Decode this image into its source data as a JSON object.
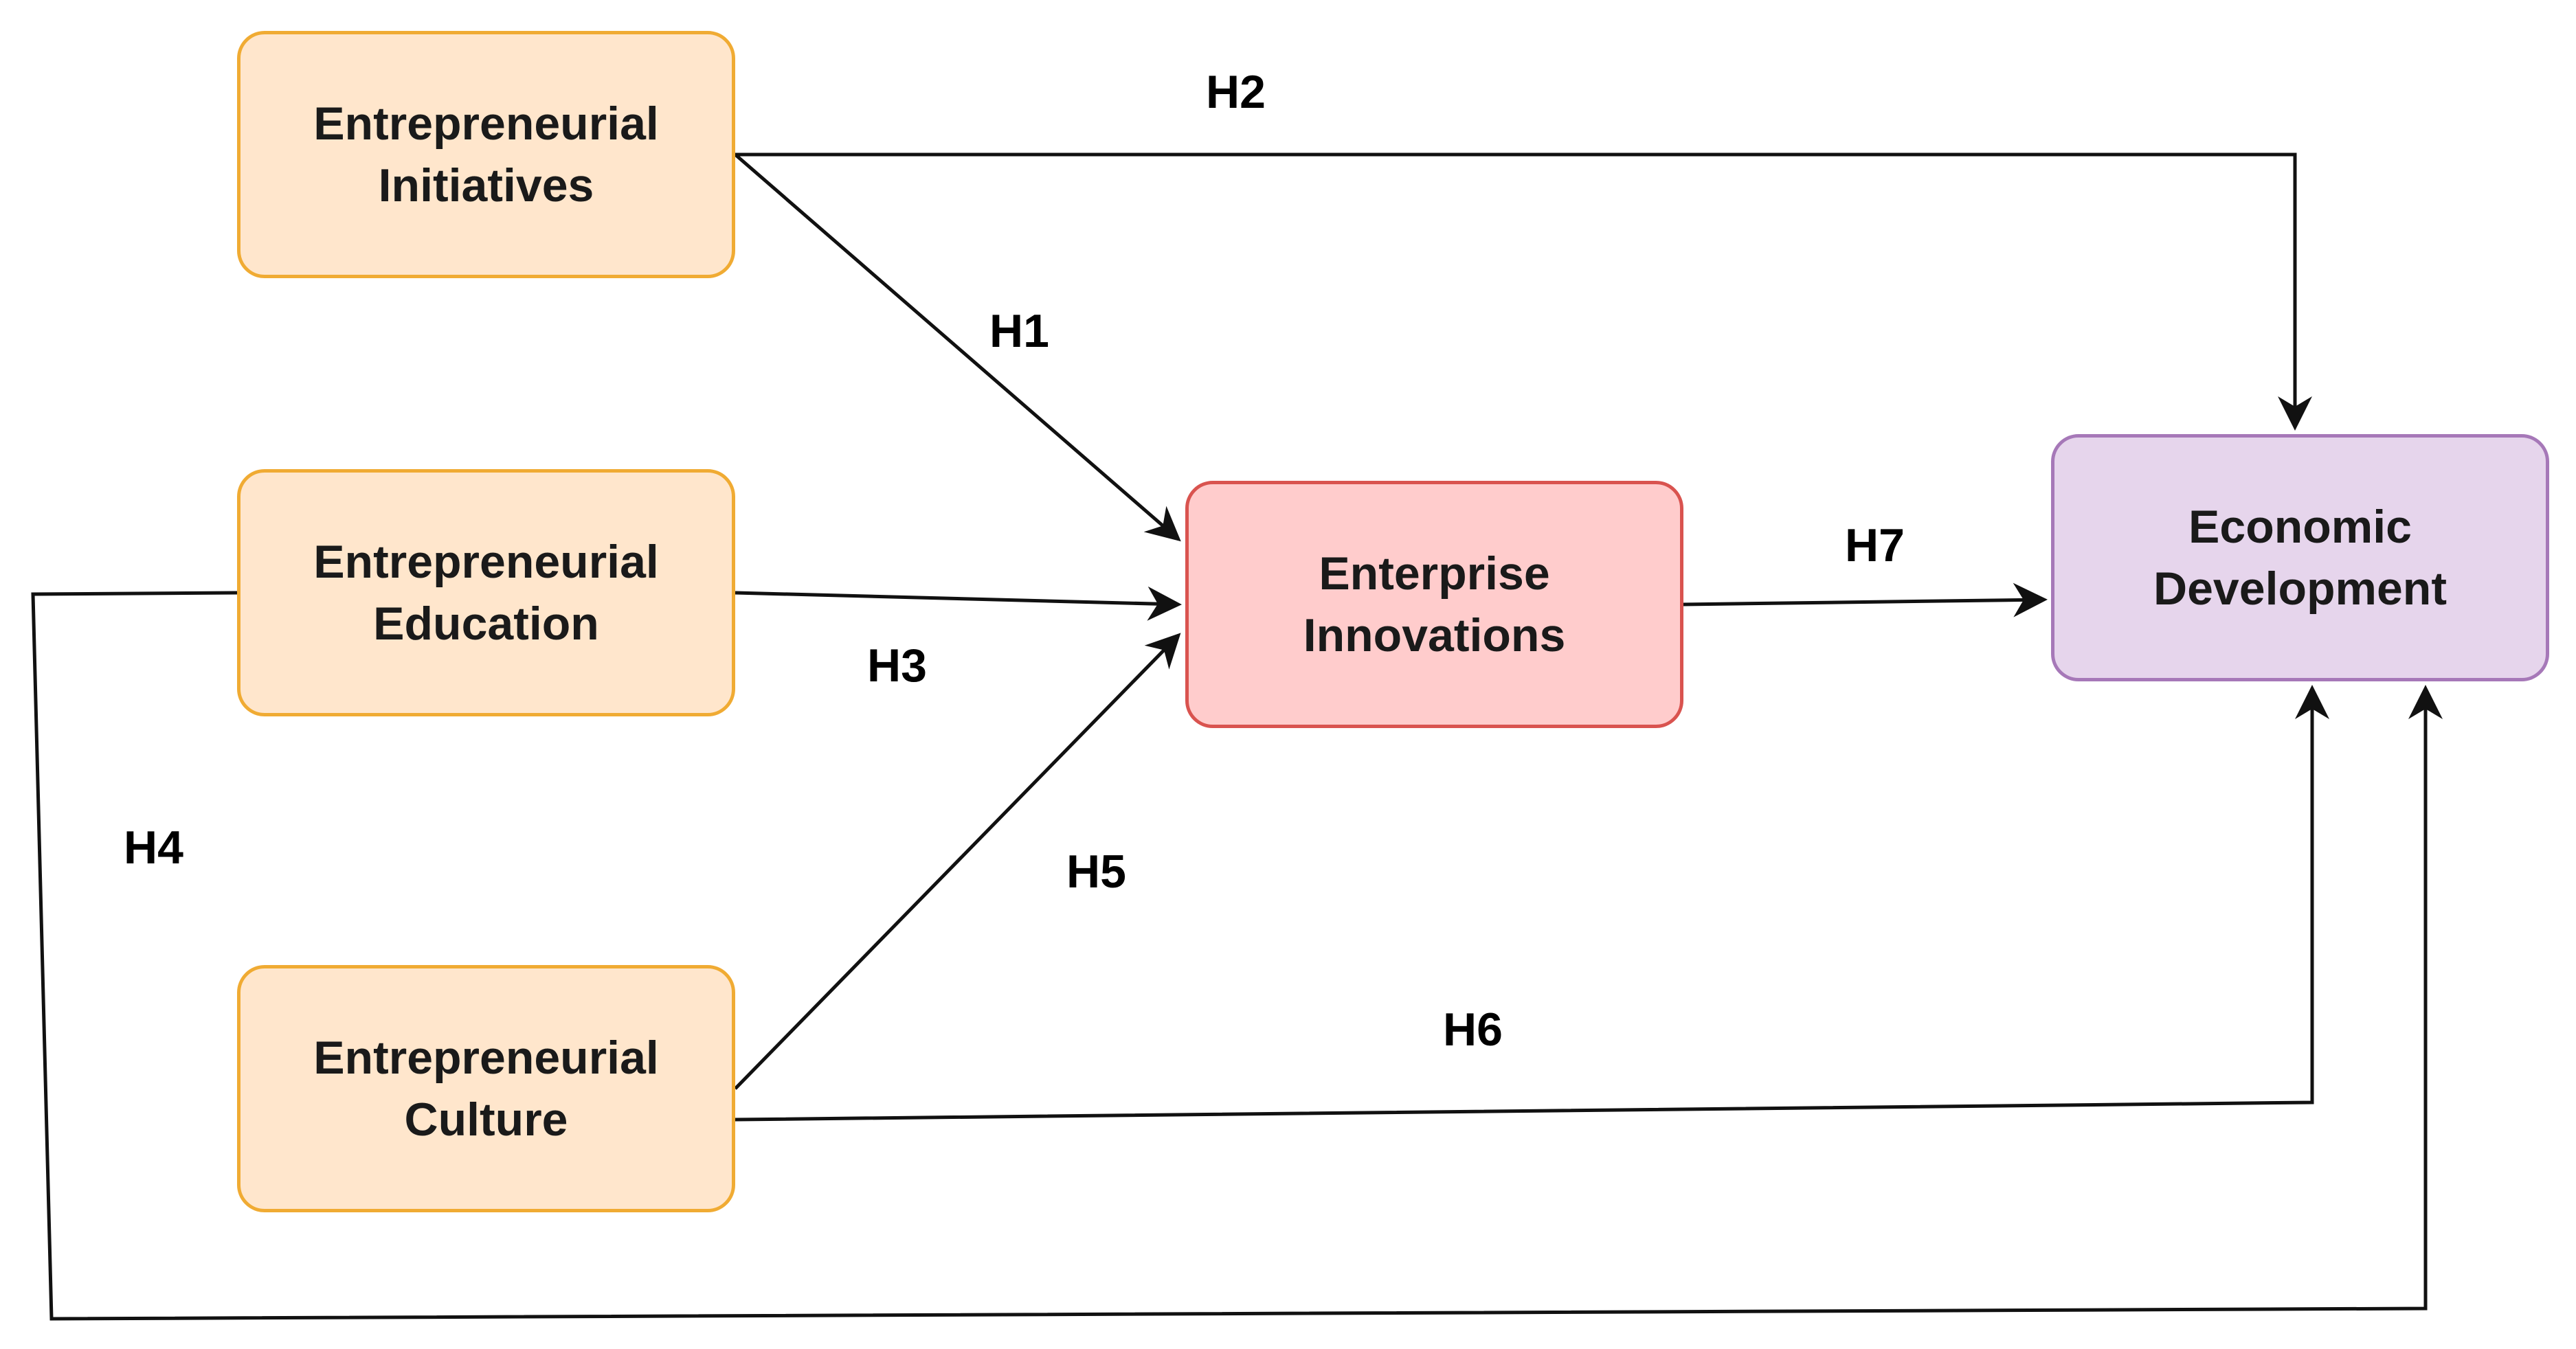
{
  "colors": {
    "construct_fill": "#ffe6cc",
    "construct_border": "#f0ab33",
    "mediator_fill": "#ffcccc",
    "mediator_border": "#d9534f",
    "outcome_fill": "#e6d5ec",
    "outcome_border": "#a678b8",
    "edge": "#111111"
  },
  "nodes": {
    "initiatives": {
      "line1": "Entrepreneurial",
      "line2": "Initiatives"
    },
    "education": {
      "line1": "Entrepreneurial",
      "line2": "Education"
    },
    "culture": {
      "line1": "Entrepreneurial",
      "line2": "Culture"
    },
    "innovations": {
      "line1": "Enterprise",
      "line2": "Innovations"
    },
    "economic": {
      "line1": "Economic",
      "line2": "Development"
    }
  },
  "hypotheses": {
    "h1": "H1",
    "h2": "H2",
    "h3": "H3",
    "h4": "H4",
    "h5": "H5",
    "h6": "H6",
    "h7": "H7"
  }
}
